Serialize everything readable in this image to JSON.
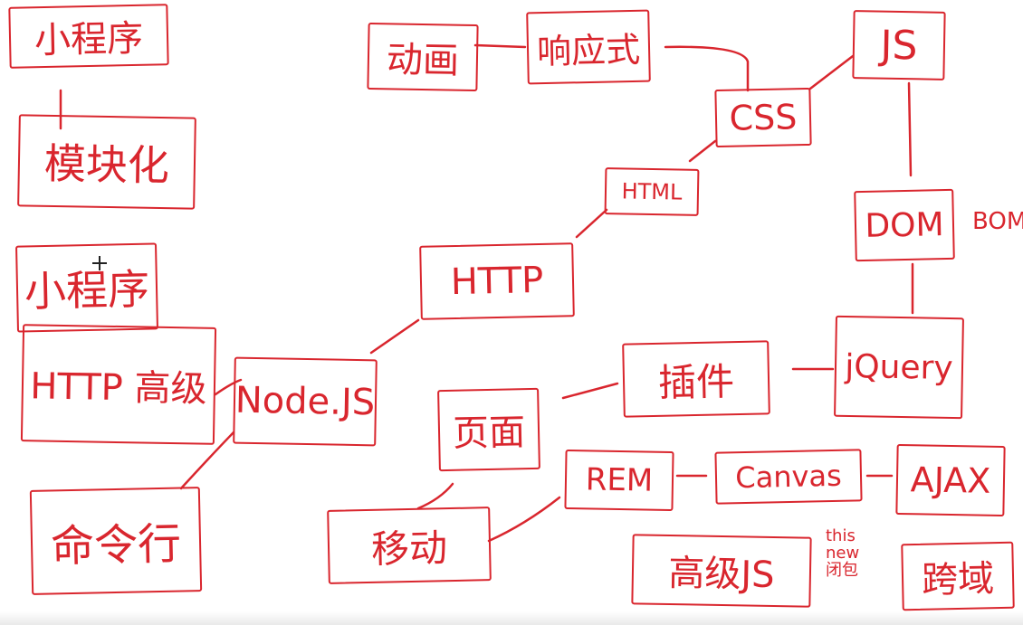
{
  "colors": {
    "ink": "#d9262e",
    "background": "#ffffff"
  },
  "nodes": {
    "xiaochengxu": "小程序",
    "mokuaihua": "模块化",
    "weixin": "小程序",
    "http_advanced": "HTTP 高级",
    "mingling": "命令行",
    "donghua": "动画",
    "xiangyingshi": "响应式",
    "js": "JS",
    "css": "CSS",
    "html": "HTML",
    "dom": "DOM",
    "http": "HTTP",
    "nodejs": "Node.JS",
    "chajian": "插件",
    "jquery": "jQuery",
    "yemian": "页面",
    "rem": "REM",
    "canvas": "Canvas",
    "ajax": "AJAX",
    "yidong": "移动",
    "advanced_js": "高级JS",
    "kuayu": "跨域"
  },
  "annotations": {
    "bom": "BOM",
    "this_line1": "this",
    "this_line2": "new",
    "this_line3": "闭包"
  }
}
